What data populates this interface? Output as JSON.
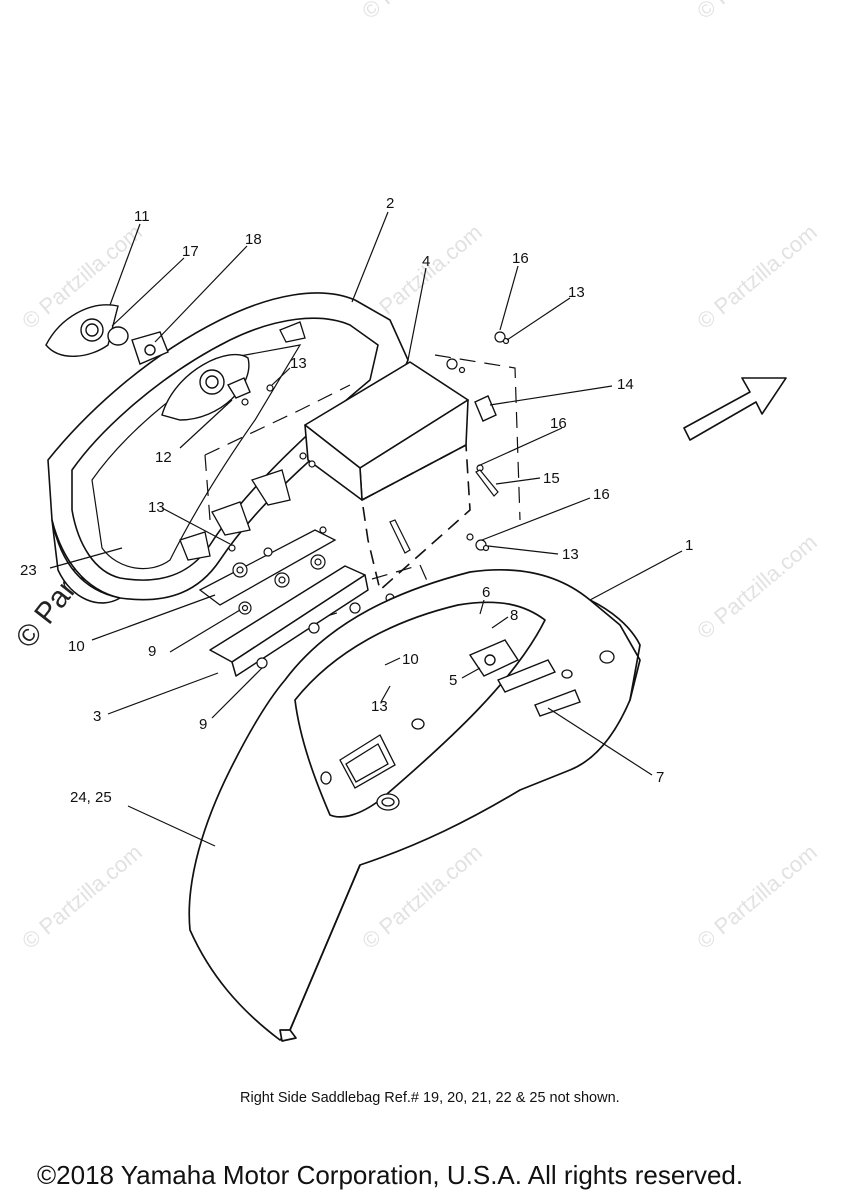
{
  "callouts": [
    {
      "id": "c11",
      "label": "11"
    },
    {
      "id": "c17",
      "label": "17"
    },
    {
      "id": "c18",
      "label": "18"
    },
    {
      "id": "c2",
      "label": "2"
    },
    {
      "id": "c4",
      "label": "4"
    },
    {
      "id": "c16a",
      "label": "16"
    },
    {
      "id": "c13a",
      "label": "13"
    },
    {
      "id": "c13b",
      "label": "13"
    },
    {
      "id": "c14",
      "label": "14"
    },
    {
      "id": "c12",
      "label": "12"
    },
    {
      "id": "c16b",
      "label": "16"
    },
    {
      "id": "c15",
      "label": "15"
    },
    {
      "id": "c16c",
      "label": "16"
    },
    {
      "id": "c13c",
      "label": "13"
    },
    {
      "id": "c13d",
      "label": "13"
    },
    {
      "id": "c1",
      "label": "1"
    },
    {
      "id": "c23",
      "label": "23"
    },
    {
      "id": "c6",
      "label": "6"
    },
    {
      "id": "c8",
      "label": "8"
    },
    {
      "id": "c10a",
      "label": "10"
    },
    {
      "id": "c9a",
      "label": "9"
    },
    {
      "id": "c10b",
      "label": "10"
    },
    {
      "id": "c5",
      "label": "5"
    },
    {
      "id": "c3",
      "label": "3"
    },
    {
      "id": "c9b",
      "label": "9"
    },
    {
      "id": "c13e",
      "label": "13"
    },
    {
      "id": "c7",
      "label": "7"
    },
    {
      "id": "c2425",
      "label": "24, 25"
    }
  ],
  "watermark_text": "© Partzilla.com",
  "note": "Right Side Saddlebag Ref.# 19, 20, 21, 22 & 25 not shown.",
  "copyright": "©2018 Yamaha Motor Corporation, U.S.A. All rights reserved."
}
